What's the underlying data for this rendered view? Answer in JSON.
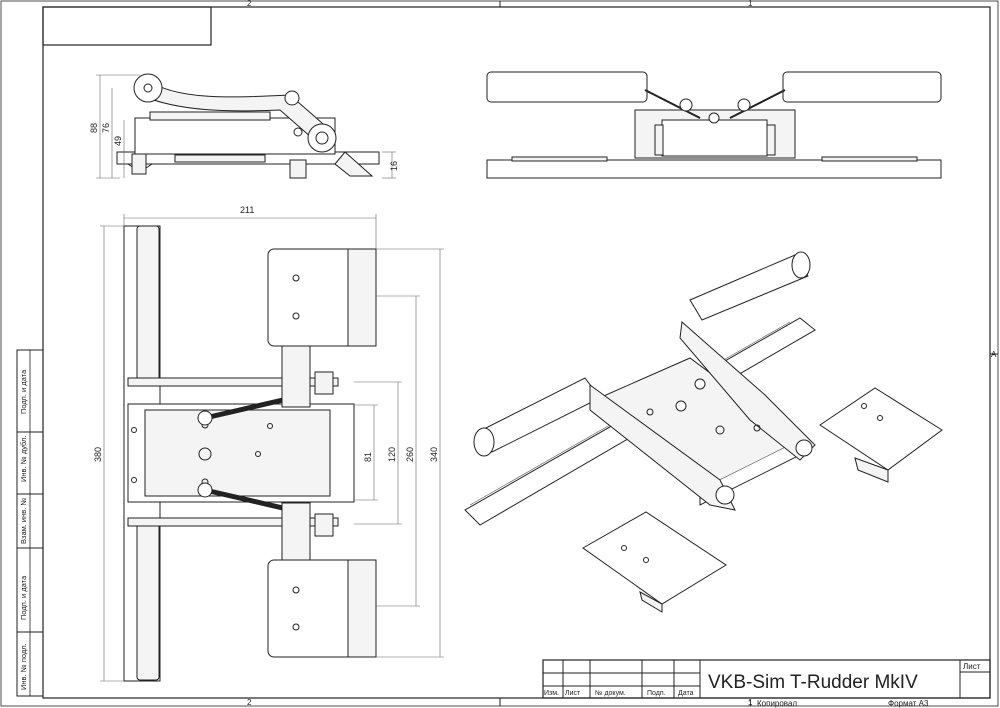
{
  "zones": {
    "top_left": "2",
    "top_right": "1",
    "bottom_left": "2",
    "bottom_right": "1",
    "right_edge": "A"
  },
  "side_stamp": [
    "Подп. и дата",
    "Инв. № дубл.",
    "Взам. инв. №",
    "Подп. и дата",
    "Инв. № подл."
  ],
  "dimensions": {
    "side_height": "88",
    "side_mid": "76",
    "side_low": "49",
    "side_base": "16",
    "plan_width": "211",
    "plan_length": "380",
    "pedal_span": "340",
    "rail_span": "260",
    "body_len": "120",
    "hole_span": "81"
  },
  "title_block": {
    "title": "VKB-Sim T-Rudder MkIV",
    "sheet_label": "Лист",
    "cols": [
      "Изм.",
      "Лист",
      "№ докум.",
      "Подп.",
      "Дата"
    ],
    "copied": "Копировал",
    "format": "Формат А3",
    "sheet_no": "1"
  }
}
